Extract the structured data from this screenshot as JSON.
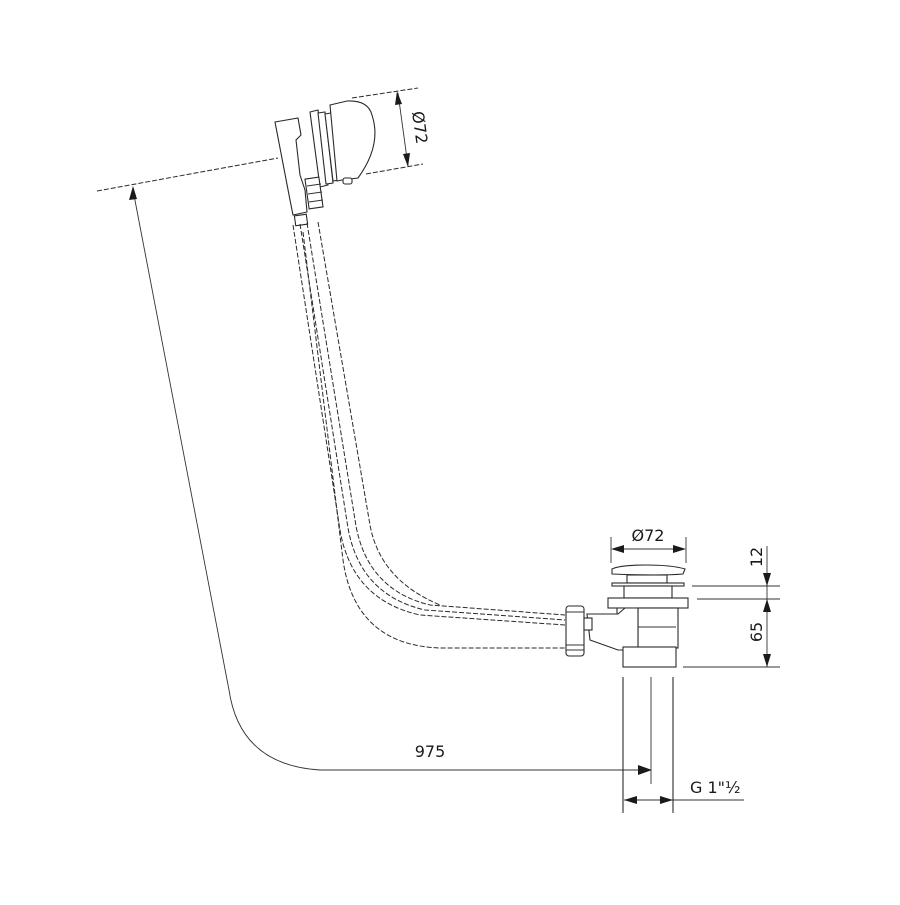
{
  "drawing": {
    "type": "technical-dimension-drawing",
    "subject": "bath waste and overflow set",
    "dimensions": {
      "overflow_diameter": "Ø72",
      "waste_plug_diameter": "Ø72",
      "plug_height": "12",
      "body_height": "65",
      "total_length": "975",
      "thread": "G 1\"½"
    }
  }
}
